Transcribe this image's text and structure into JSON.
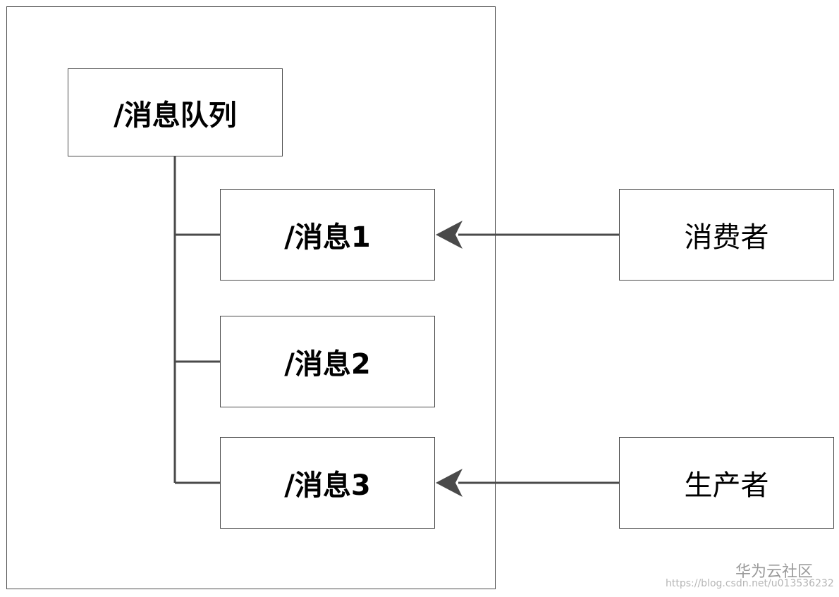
{
  "diagram": {
    "nodes": {
      "queue": "/消息队列",
      "message1": "/消息1",
      "message2": "/消息2",
      "message3": "/消息3",
      "consumer": "消费者",
      "producer": "生产者"
    },
    "edges": [
      {
        "from": "queue",
        "to": "message1",
        "style": "tree-branch"
      },
      {
        "from": "queue",
        "to": "message2",
        "style": "tree-branch"
      },
      {
        "from": "queue",
        "to": "message3",
        "style": "tree-branch"
      },
      {
        "from": "consumer",
        "to": "message1",
        "style": "arrow"
      },
      {
        "from": "producer",
        "to": "message3",
        "style": "arrow"
      }
    ],
    "colors": {
      "line": "#4a4a4a",
      "text": "#000000",
      "watermark": "#9a9a9a"
    }
  },
  "watermark": {
    "brand": "华为云社区",
    "url": "https://blog.csdn.net/u013536232"
  }
}
